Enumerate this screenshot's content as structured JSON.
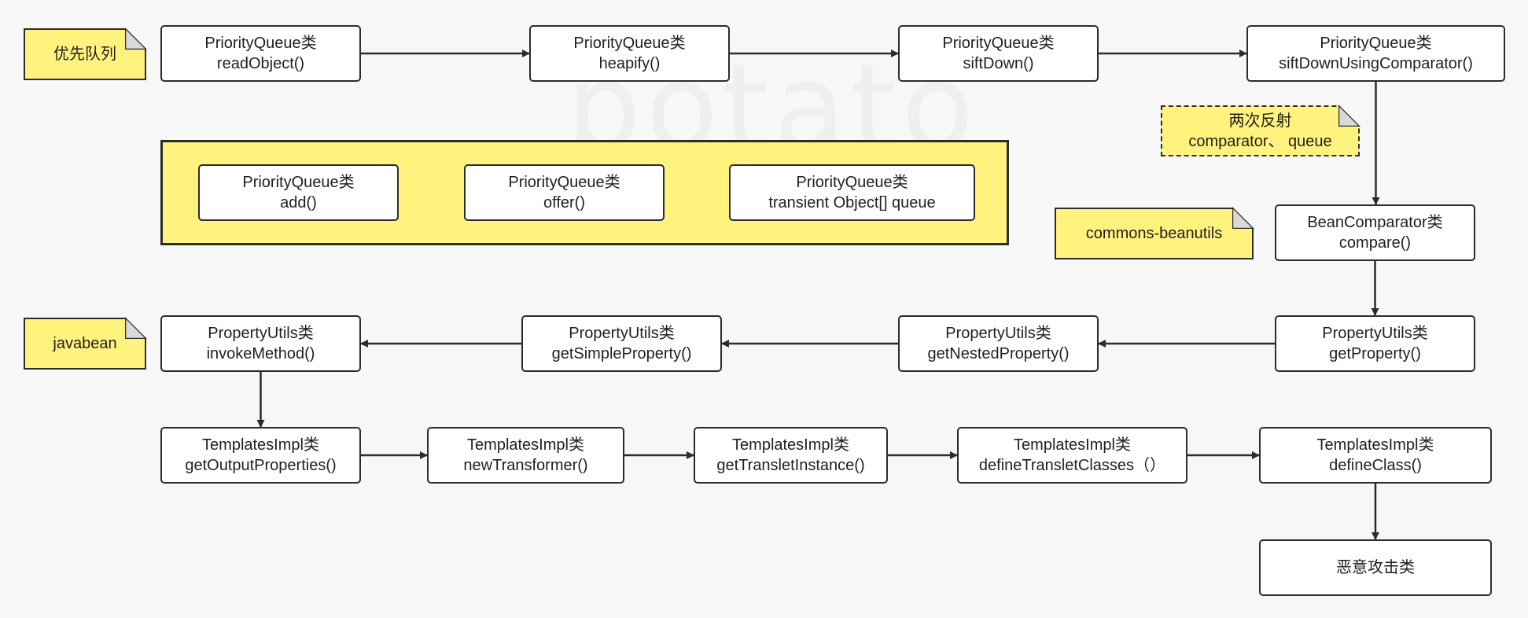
{
  "watermark": "potato",
  "notes": {
    "priority_queue": "优先队列",
    "reflection": [
      "两次反射",
      "comparator、 queue"
    ],
    "commons_beanutils": "commons-beanutils",
    "javabean": "javabean"
  },
  "nodes": {
    "pq_readobject": [
      "PriorityQueue类",
      "readObject()"
    ],
    "pq_heapify": [
      "PriorityQueue类",
      "heapify()"
    ],
    "pq_siftdown": [
      "PriorityQueue类",
      "siftDown()"
    ],
    "pq_siftdown_cmp": [
      "PriorityQueue类",
      "siftDownUsingComparator()"
    ],
    "pq_add": [
      "PriorityQueue类",
      "add()"
    ],
    "pq_offer": [
      "PriorityQueue类",
      "offer()"
    ],
    "pq_queue": [
      "PriorityQueue类",
      "transient Object[] queue"
    ],
    "bc_compare": [
      "BeanComparator类",
      "compare()"
    ],
    "pu_getproperty": [
      "PropertyUtils类",
      "getProperty()"
    ],
    "pu_getnested": [
      "PropertyUtils类",
      "getNestedProperty()"
    ],
    "pu_getsimple": [
      "PropertyUtils类",
      "getSimpleProperty()"
    ],
    "pu_invoke": [
      "PropertyUtils类",
      "invokeMethod()"
    ],
    "ti_getoutput": [
      "TemplatesImpl类",
      "getOutputProperties()"
    ],
    "ti_newtransformer": [
      "TemplatesImpl类",
      "newTransformer()"
    ],
    "ti_gettranslet": [
      "TemplatesImpl类",
      "getTransletInstance()"
    ],
    "ti_definetranslet": [
      "TemplatesImpl类",
      "defineTransletClasses（）"
    ],
    "ti_defineclass": [
      "TemplatesImpl类",
      "defineClass()"
    ],
    "malicious": [
      "恶意攻击类"
    ]
  },
  "edges": [
    [
      "pq_readobject",
      "pq_heapify"
    ],
    [
      "pq_heapify",
      "pq_siftdown"
    ],
    [
      "pq_siftdown",
      "pq_siftdown_cmp"
    ],
    [
      "pq_siftdown_cmp",
      "bc_compare"
    ],
    [
      "bc_compare",
      "pu_getproperty"
    ],
    [
      "pu_getproperty",
      "pu_getnested"
    ],
    [
      "pu_getnested",
      "pu_getsimple"
    ],
    [
      "pu_getsimple",
      "pu_invoke"
    ],
    [
      "pu_invoke",
      "ti_getoutput"
    ],
    [
      "ti_getoutput",
      "ti_newtransformer"
    ],
    [
      "ti_newtransformer",
      "ti_gettranslet"
    ],
    [
      "ti_gettranslet",
      "ti_definetranslet"
    ],
    [
      "ti_definetranslet",
      "ti_defineclass"
    ],
    [
      "ti_defineclass",
      "malicious"
    ],
    [
      "pq_add",
      "pq_offer"
    ],
    [
      "pq_offer",
      "pq_queue"
    ]
  ],
  "colors": {
    "note_fill": "#fff27d",
    "node_fill": "#ffffff",
    "stroke": "#2c2c2c",
    "background": "#f7f7f7"
  }
}
